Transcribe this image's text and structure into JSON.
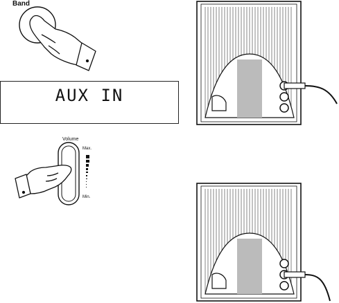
{
  "band_step": {
    "button_label": "Band"
  },
  "display": {
    "text": "AUX IN"
  },
  "volume_step": {
    "title": "Volume",
    "max_label": "Max.",
    "min_label": "Min."
  }
}
